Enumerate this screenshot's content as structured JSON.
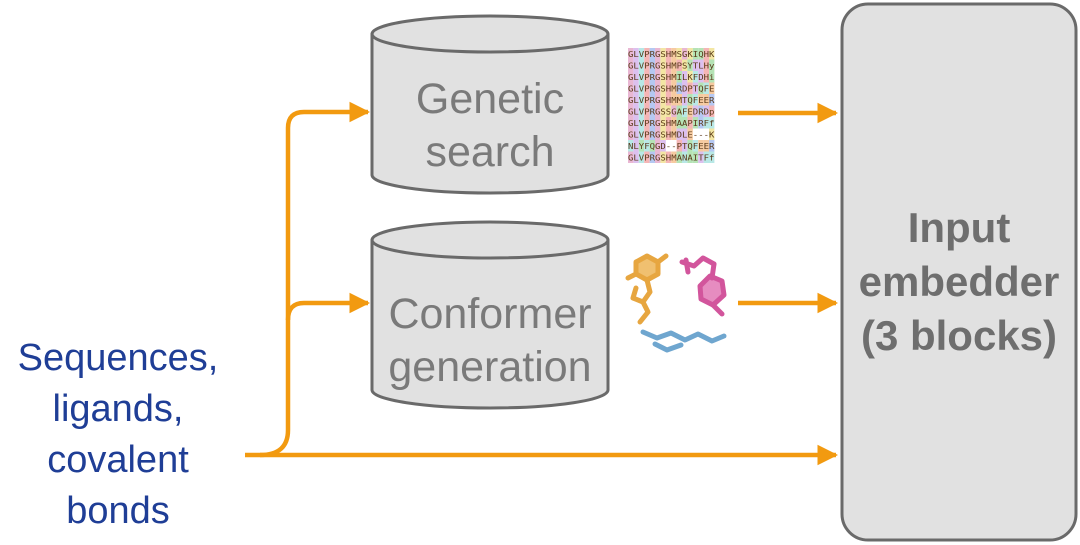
{
  "inputs": {
    "line1": "Sequences,",
    "line2": "ligands,",
    "line3": "covalent",
    "line4": "bonds"
  },
  "genetic_search": {
    "line1": "Genetic",
    "line2": "search"
  },
  "conformer_generation": {
    "line1": "Conformer",
    "line2": "generation"
  },
  "input_embedder": {
    "line1": "Input",
    "line2": "embedder",
    "line3": "(3 blocks)"
  },
  "msa_rows": [
    "GLVPRGSHMSGKIQHK",
    "GLVPRGSHMPSYTLHy",
    "GLVPRGSHMILKFDHi",
    "GLVPRGSHMRDPTQFE",
    "GLVPRGSHMMTQFEER",
    "GLVPRGSSGAFEDRDp",
    "GLVPRGSHMAAPIRFf",
    "GLVPRGSHMDLE---K",
    "NLYFQGD--PTQFEER",
    "GLVPRGSHMANAITFf"
  ],
  "colors": {
    "arrow": "#f29a10",
    "box_fill": "#e1e1e1",
    "box_stroke": "#6a6a6a",
    "input_text": "#1f3e96",
    "ligand_orange": "#e7a640",
    "ligand_pink": "#d2559c",
    "ligand_blue": "#6fa6cf"
  }
}
